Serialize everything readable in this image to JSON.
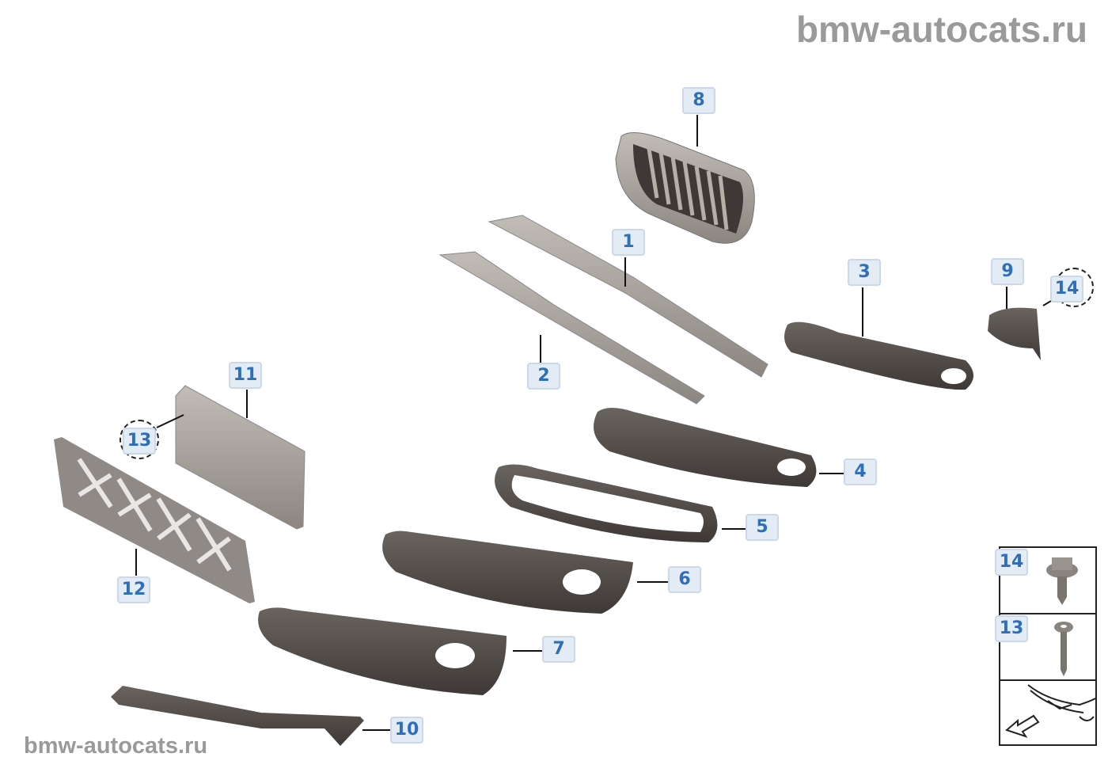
{
  "watermark": {
    "top": "bmw-autocats.ru",
    "bottom": "bmw-autocats.ru"
  },
  "callouts": [
    {
      "id": "8",
      "text": "8",
      "part": "kidney-grille"
    },
    {
      "id": "1",
      "text": "1",
      "part": "upper-trim-strip"
    },
    {
      "id": "2",
      "text": "2",
      "part": "lower-trim-strip"
    },
    {
      "id": "3",
      "text": "3",
      "part": "fog-light-trim-right"
    },
    {
      "id": "9",
      "text": "9",
      "part": "bracket"
    },
    {
      "id": "14a",
      "text": "14",
      "part": "screw-ref"
    },
    {
      "id": "11",
      "text": "11",
      "part": "license-plate-base"
    },
    {
      "id": "13a",
      "text": "13",
      "part": "screw-ref"
    },
    {
      "id": "4",
      "text": "4",
      "part": "fog-grille-4"
    },
    {
      "id": "5",
      "text": "5",
      "part": "trim-frame-5"
    },
    {
      "id": "6",
      "text": "6",
      "part": "fog-grille-6"
    },
    {
      "id": "7",
      "text": "7",
      "part": "fog-grille-7"
    },
    {
      "id": "12",
      "text": "12",
      "part": "center-grille-mesh"
    },
    {
      "id": "10",
      "text": "10",
      "part": "lower-trim-10"
    }
  ],
  "legend": [
    {
      "text": "14",
      "part": "hex-screw"
    },
    {
      "text": "13",
      "part": "pan-screw"
    },
    {
      "text": "",
      "part": "front-bumper-location"
    }
  ],
  "colors": {
    "label_bg": "#e3ebf5",
    "label_text": "#2f6fba",
    "part_dark": "#5a5450",
    "part_light": "#a8a29c"
  }
}
